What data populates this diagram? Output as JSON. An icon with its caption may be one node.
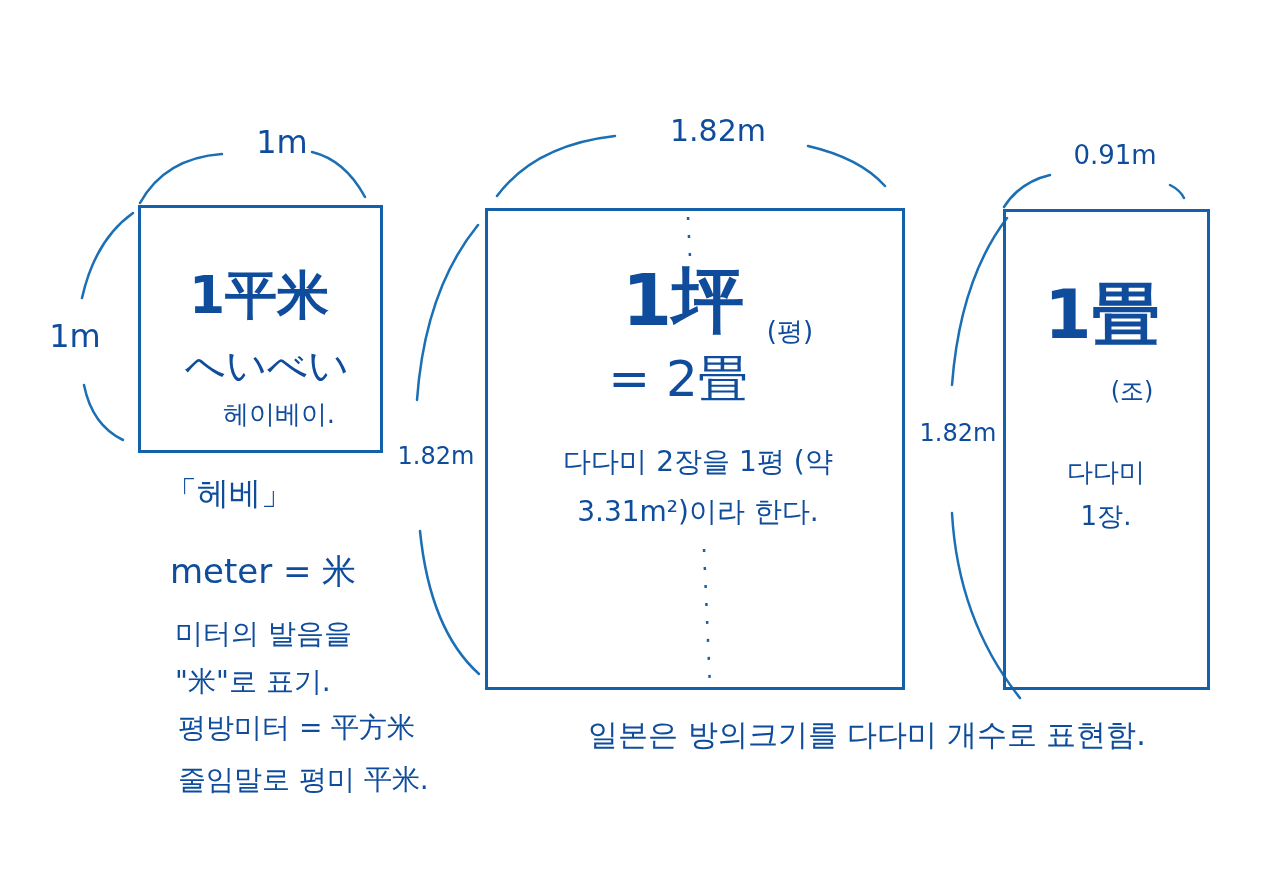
{
  "diagram": {
    "nodes": [
      {
        "text": [
          "1平米",
          "へいべい",
          "헤이베이."
        ],
        "beside": [
          "「헤베」"
        ]
      },
      {
        "text": [
          "1坪",
          "(평)",
          "= 2畳",
          "다다미 2장을 1평 (약 3.31m²)이라 한다."
        ]
      },
      {
        "text": [
          "1畳",
          "(조)",
          "다다미 1장."
        ]
      }
    ],
    "labels": [
      "1m",
      "1.82m",
      "0.91m",
      "1m",
      "1.82m",
      "1.82m",
      "meter = 米",
      "미터의 발음을 \"米\"로 표기.",
      "평방미터 = 平方米",
      "줄임말로 평미 平米.",
      "일본은 방의크기를 다다미 개수로 표현함."
    ]
  }
}
